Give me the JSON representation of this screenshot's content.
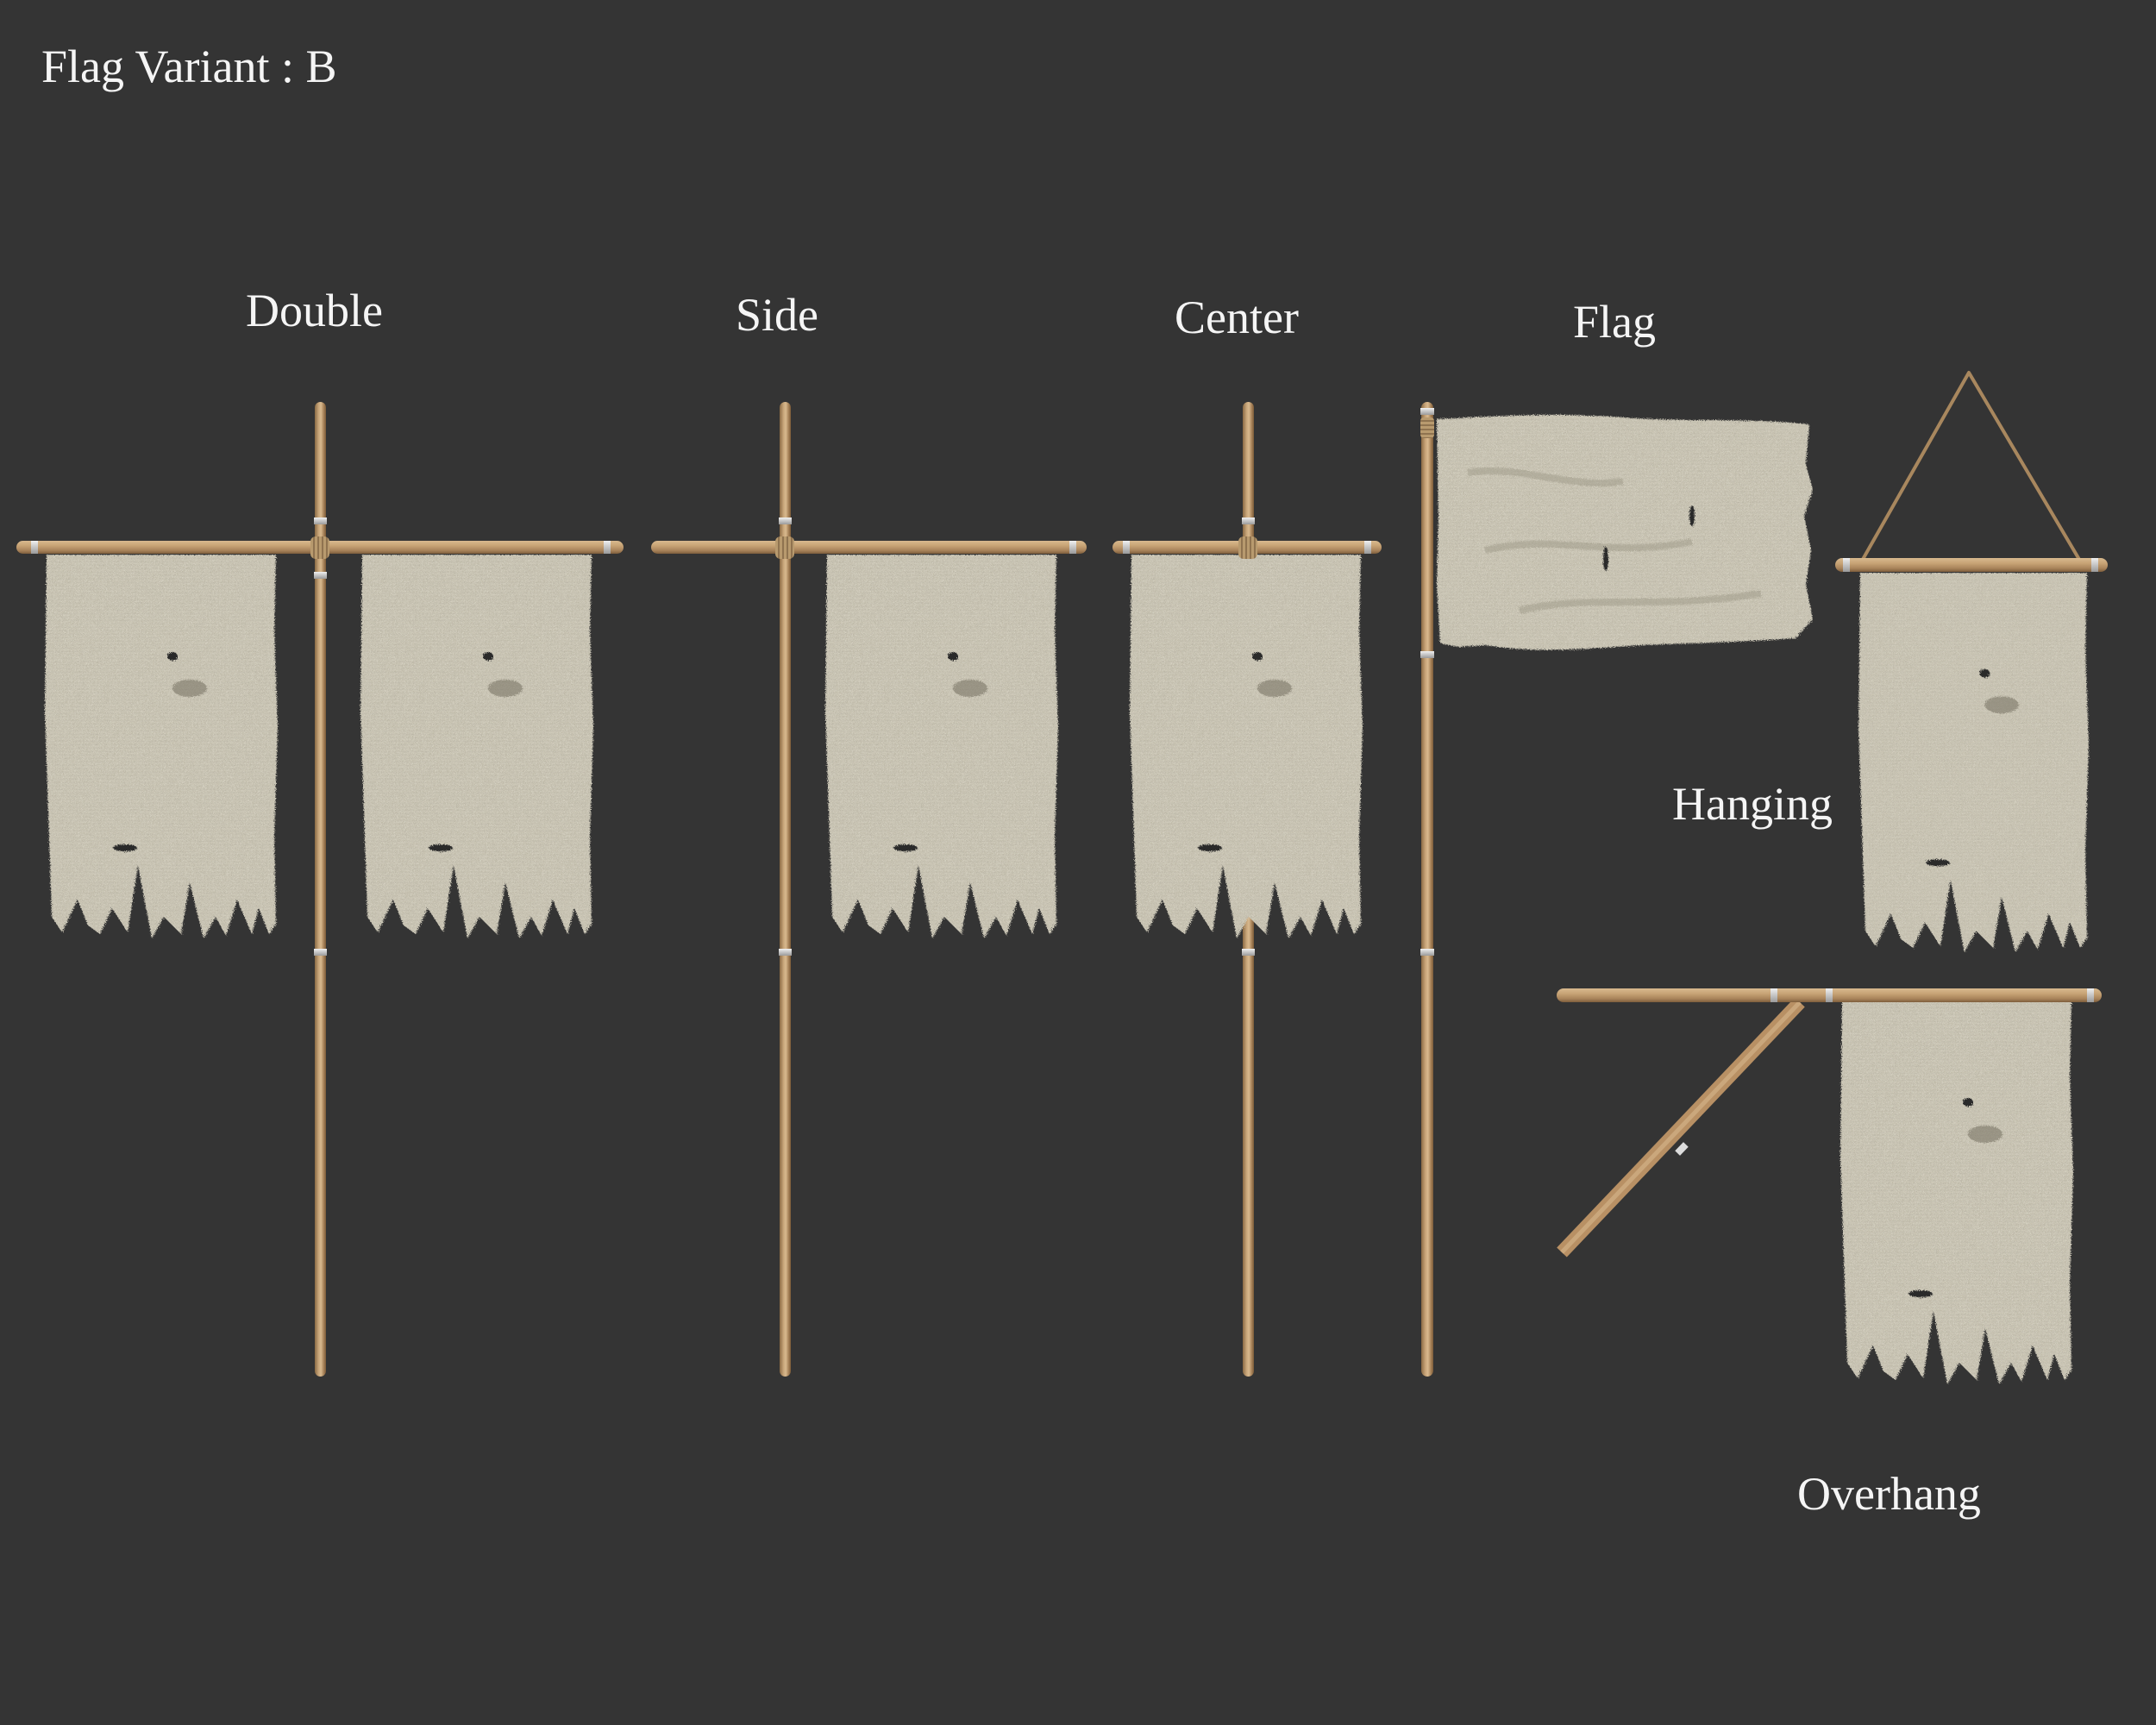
{
  "title": "Flag Variant : B",
  "variants": [
    {
      "id": "double",
      "label": "Double"
    },
    {
      "id": "side",
      "label": "Side"
    },
    {
      "id": "center",
      "label": "Center"
    },
    {
      "id": "flag",
      "label": "Flag"
    },
    {
      "id": "hanging",
      "label": "Hanging"
    },
    {
      "id": "overhang",
      "label": "Overhang"
    }
  ],
  "colors": {
    "background": "#343434",
    "cloth": "#cdc8b8",
    "wood": "#c6a274",
    "rope": "#a8875e",
    "text": "#f5f5f5"
  }
}
